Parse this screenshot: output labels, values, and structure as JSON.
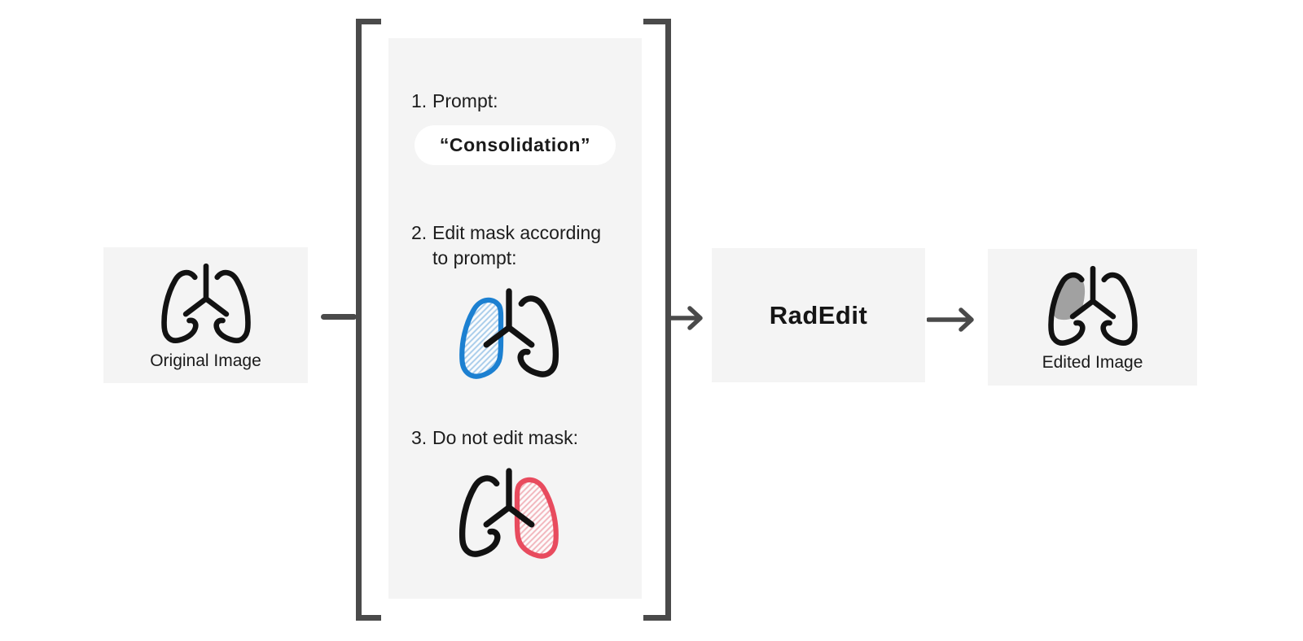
{
  "figure": {
    "original_box": {
      "label": "Original Image"
    },
    "inputs_panel": {
      "steps": [
        {
          "number": "1.",
          "label": "Prompt:"
        },
        {
          "number": "2.",
          "label": "Edit mask according to prompt:"
        },
        {
          "number": "3.",
          "label": "Do not edit mask:"
        }
      ],
      "prompt_pill": {
        "text": "“Consolidation”"
      }
    },
    "model_box": {
      "label": "RadEdit"
    },
    "edited_box": {
      "label": "Edited Image"
    },
    "icons": {
      "original_image": "lungs-icon",
      "edit_mask": "lungs-left-lobe-highlighted-icon",
      "do_not_edit_mask": "lungs-right-lobe-highlighted-icon",
      "edited_image": "lungs-gray-consolidation-icon",
      "flow": "right-arrow-icon"
    },
    "colors": {
      "background": "#ffffff",
      "box_bg": "#f4f4f4",
      "bracket_and_arrows": "#4a4a4a",
      "lung_outline": "#121212",
      "edit_mask_blue": "#1c80d1",
      "edit_mask_hatch": "#a9cdeb",
      "do_not_edit_red": "#e84b5e",
      "do_not_edit_hatch": "#f2b6bd",
      "consolidation_gray": "#a1a1a1",
      "pill_bg": "#ffffff",
      "text": "#1b1b1b"
    }
  }
}
